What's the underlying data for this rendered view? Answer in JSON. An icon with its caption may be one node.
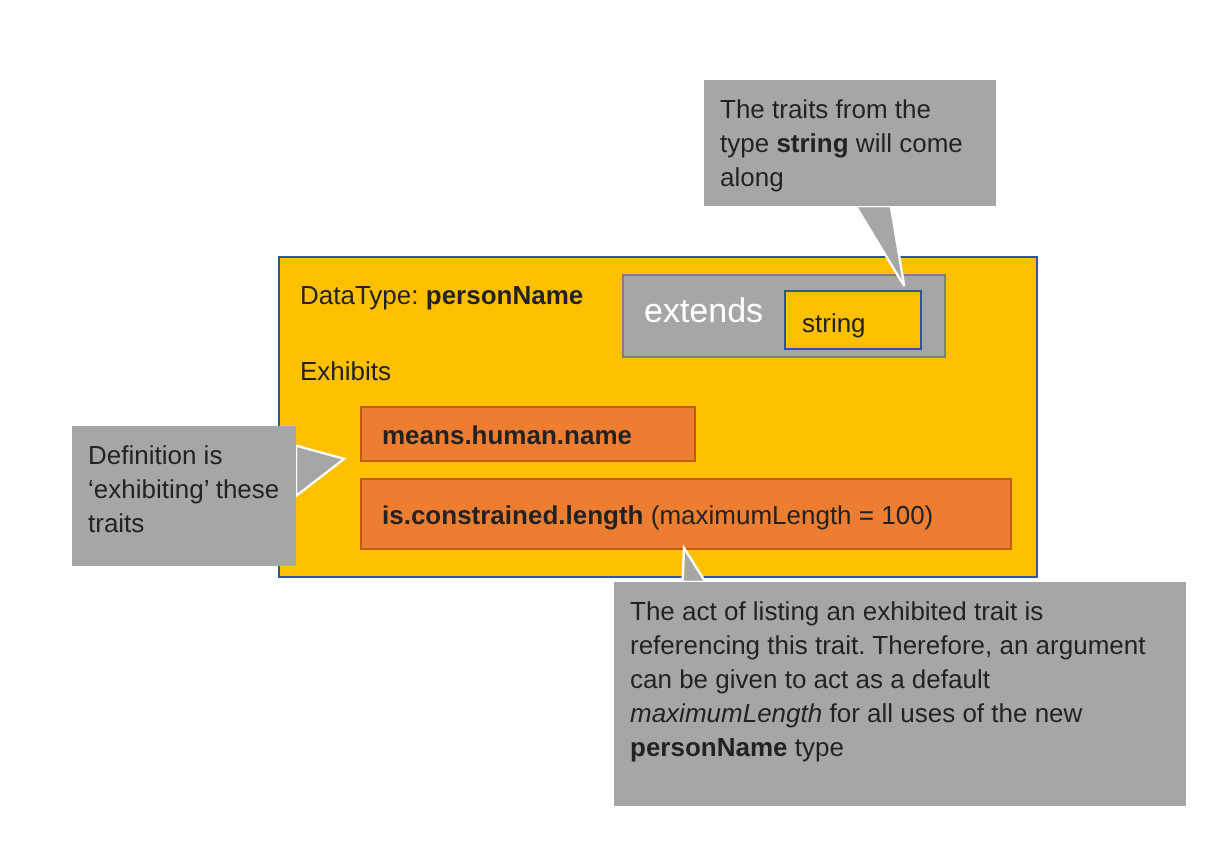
{
  "diagram": {
    "nodes": [
      {
        "text": [
          "DataType: **personName**",
          "Exhibits"
        ]
      },
      {
        "text": [
          "extends"
        ],
        "in": 0
      },
      {
        "text": [
          "string"
        ],
        "in": 1
      },
      {
        "text": [
          "**means.human.name**"
        ],
        "in": 0
      },
      {
        "text": [
          "**is.constrained.length** (maximumLength = 100)"
        ],
        "in": 0
      },
      {
        "text": [
          "The traits from the type **string** will come along"
        ]
      },
      {
        "text": [
          "Definition is ‘exhibiting’ these traits"
        ]
      },
      {
        "text": [
          "The act of listing an exhibited trait is referencing this trait. Therefore, an argument can be given to act as a default *maximumLength* for all uses of the new **personName** type"
        ]
      }
    ],
    "edges": [
      {
        "from": 5,
        "to": 2,
        "arrow": "to"
      },
      {
        "from": 6,
        "to": 0,
        "arrow": "to"
      },
      {
        "from": 7,
        "to": 4,
        "arrow": "to"
      }
    ]
  }
}
